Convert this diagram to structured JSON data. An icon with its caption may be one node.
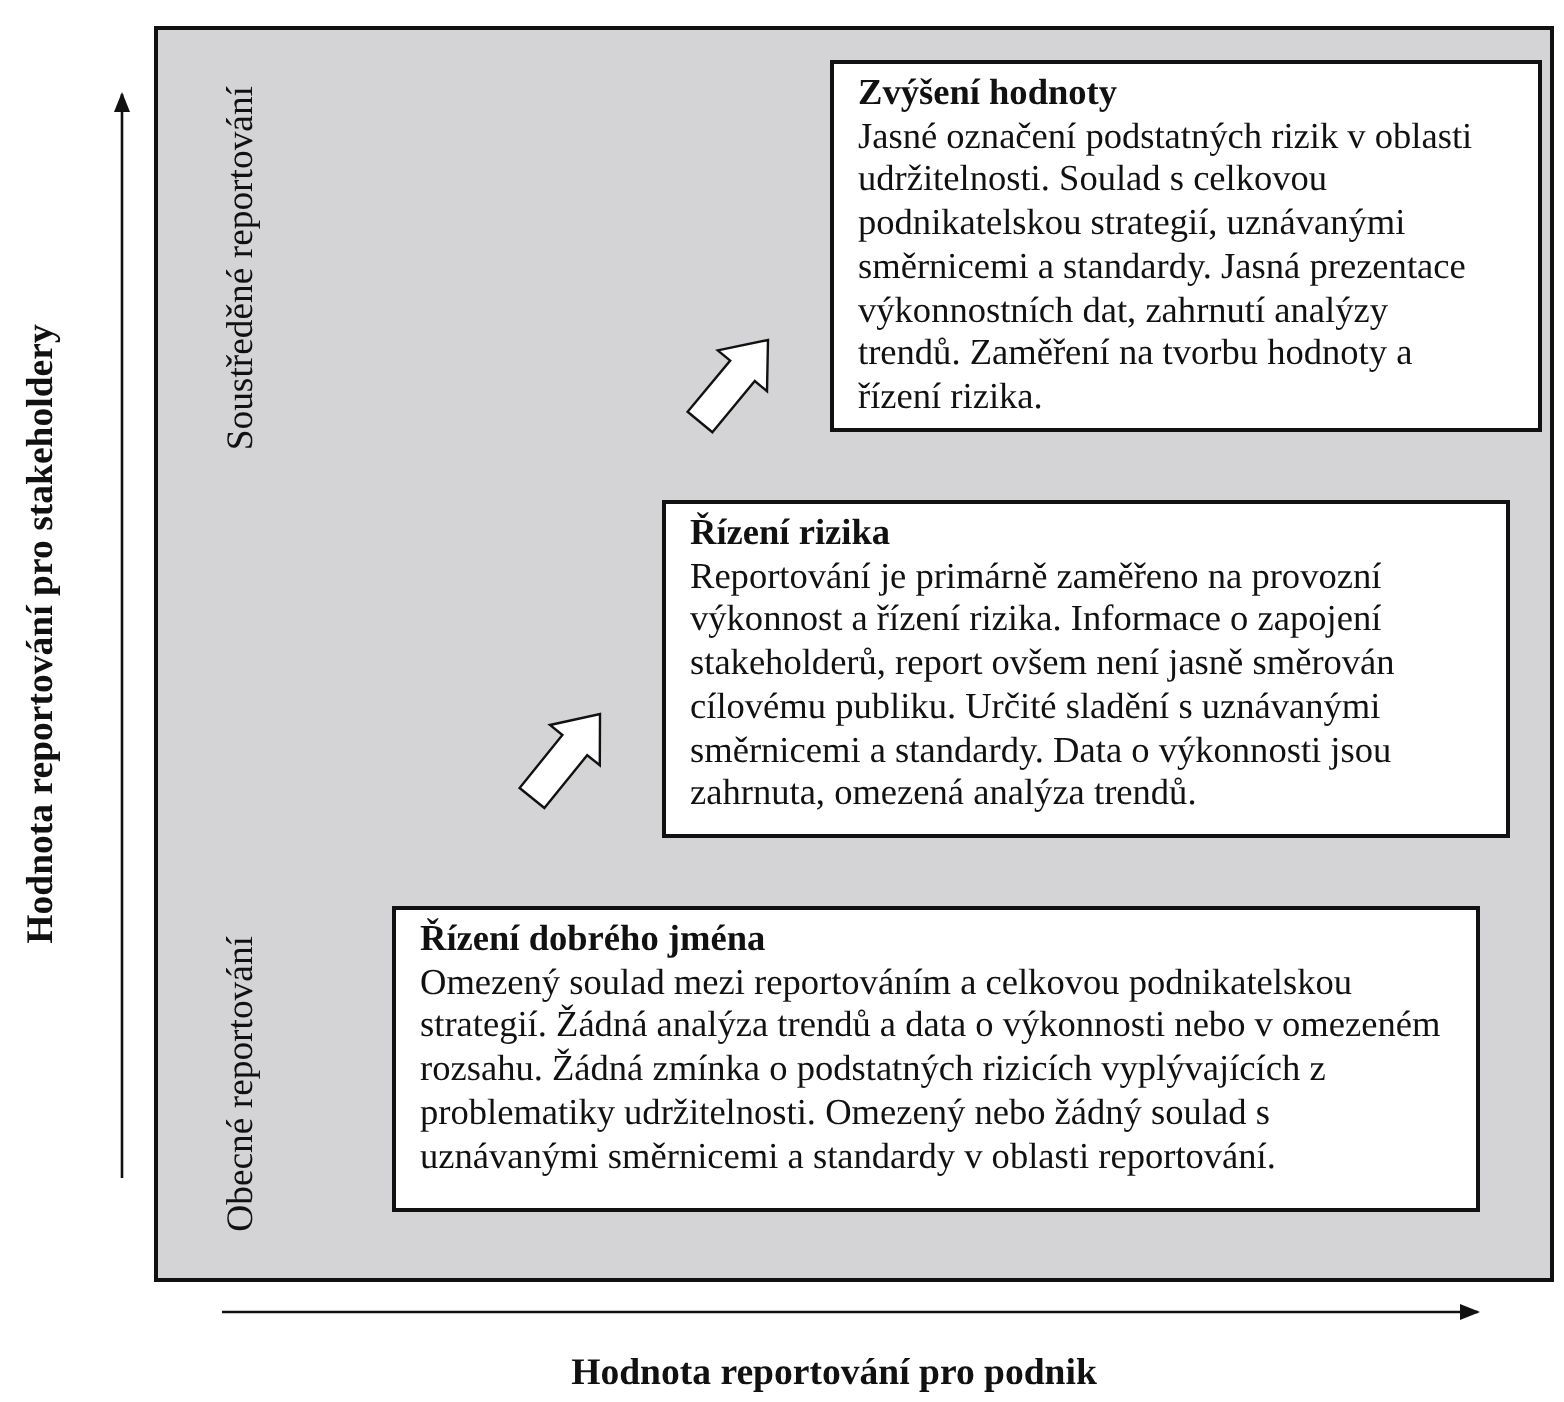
{
  "diagram": {
    "nodes": [
      {
        "text": [
          "Soustředěné reportování",
          "Obecné reportování"
        ]
      },
      {
        "text": [
          "Zvýšení hodnoty",
          "Jasné označení podstatných rizik v oblasti udržitelnosti. Soulad s celkovou podnikatelskou strategií, uznávanými směrnicemi a standardy. Jasná prezentace výkonnostních dat, zahrnutí analýzy trendů. Zaměření na tvorbu hodnoty a řízení rizika."
        ],
        "in": 0
      },
      {
        "text": [
          "Řízení rizika",
          "Reportování je primárně zaměřeno na provozní výkonnost a řízení rizika. Informace o zapojení stakeholderů, report ovšem není jasně směrován cílovému publiku. Určité sladění s uznávanými směrnicemi a standardy. Data o výkonnosti jsou zahrnuta, omezená analýza trendů."
        ],
        "in": 0
      },
      {
        "text": [
          "Řízení dobrého jména",
          "Omezený soulad mezi reportováním a celkovou podnikatelskou strategií. Žádná analýza trendů a data o výkonnosti nebo v omezeném rozsahu. Žádná zmínka o podstatných rizicích vyplývajících z problematiky udržitelnosti. Omezený nebo žádný soulad s uznávanými směrnicemi a standardy v oblasti reportování."
        ],
        "in": 0
      }
    ],
    "edges": [
      {
        "from": 3,
        "to": 2,
        "arrow": "to"
      },
      {
        "from": 2,
        "to": 1,
        "arrow": "to"
      }
    ],
    "labels": [
      "Hodnota reportování pro stakeholdery",
      "Hodnota reportování pro podnik"
    ]
  }
}
